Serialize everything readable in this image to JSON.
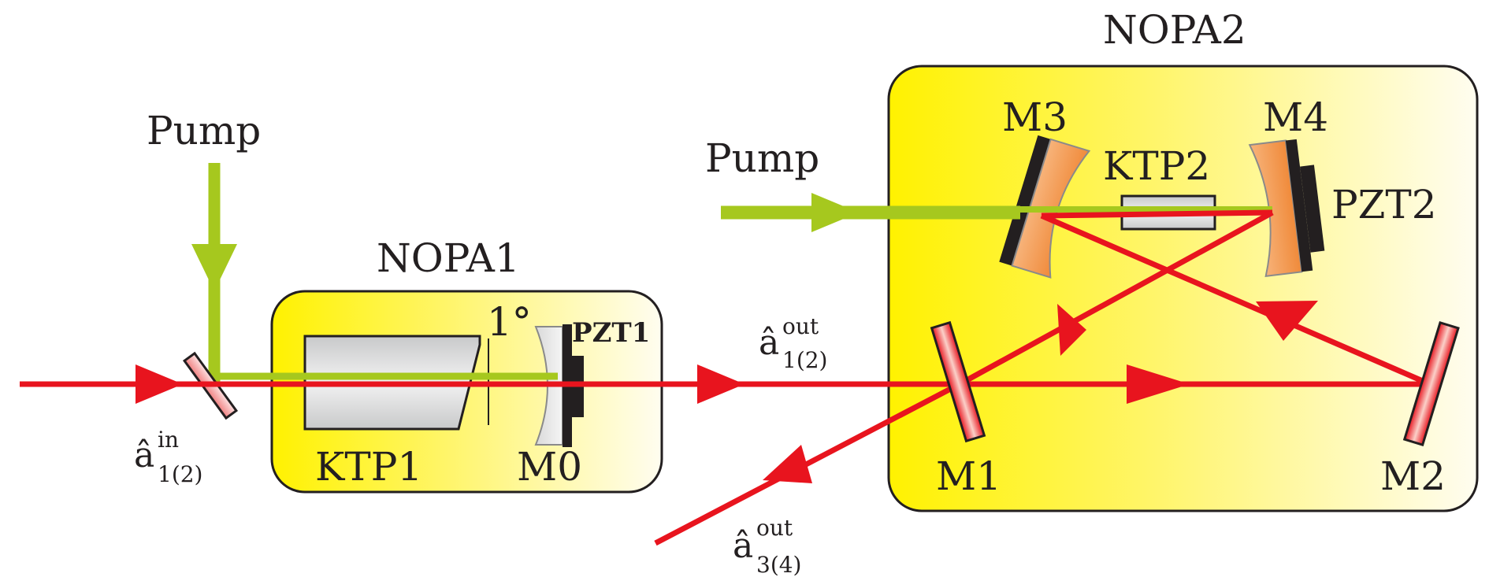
{
  "labels": {
    "pump_left": "Pump",
    "pump_right": "Pump",
    "nopa1": "NOPA1",
    "nopa2": "NOPA2",
    "ktp1": "KTP1",
    "ktp2": "KTP2",
    "m0": "M0",
    "m1": "M1",
    "m2": "M2",
    "m3": "M3",
    "m4": "M4",
    "pzt1": "PZT1",
    "pzt2": "PZT2",
    "angle": "1°"
  },
  "modes": {
    "input": {
      "base": "â",
      "sup": "in",
      "sub": "1(2)"
    },
    "output12": {
      "base": "â",
      "sup": "out",
      "sub": "1(2)"
    },
    "output34": {
      "base": "â",
      "sup": "out",
      "sub": "3(4)"
    }
  },
  "colors": {
    "laser": "#e8141e",
    "pump": "#a6c81e",
    "box_yellow": "#fff200",
    "box_fade": "#fffbe6",
    "mirror_orange": "#f5a25b",
    "crystal": "#c9cacb",
    "outline": "#231f20"
  }
}
